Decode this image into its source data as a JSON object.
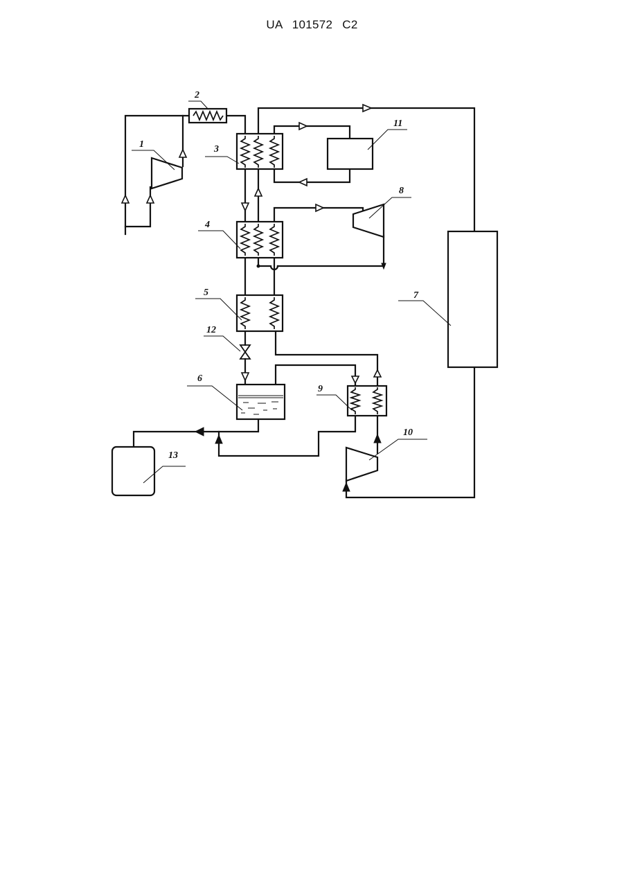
{
  "header": {
    "doc_number": "UA   101572   C2"
  },
  "labels": [
    "1",
    "2",
    "3",
    "4",
    "5",
    "6",
    "7",
    "8",
    "9",
    "10",
    "11",
    "12",
    "13"
  ]
}
